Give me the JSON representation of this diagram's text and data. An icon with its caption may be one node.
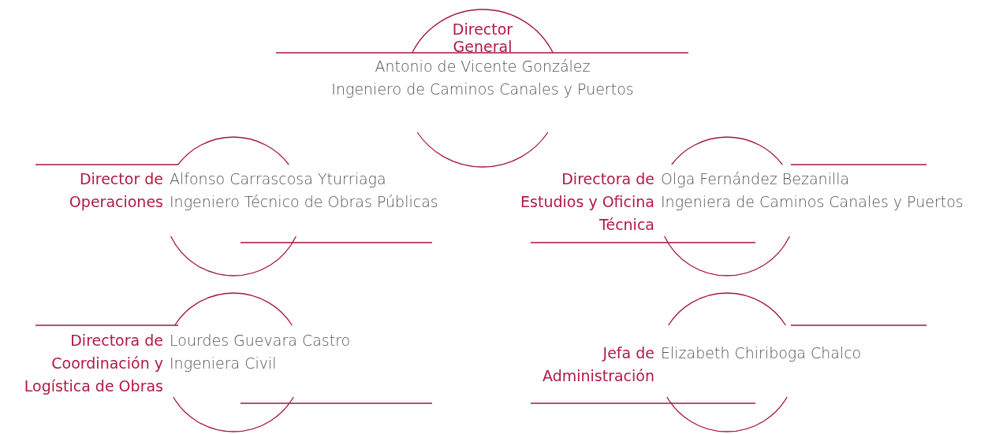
{
  "diagram": {
    "nodes": [
      {
        "text": [
          "Director General",
          "Antonio de Vicente González",
          "Ingeniero de Caminos Canales y Puertos"
        ]
      },
      {
        "text": [
          "Director de Operaciones",
          "Alfonso Carrascosa Yturriaga",
          "Ingeniero Técnico de Obras Públicas"
        ]
      },
      {
        "text": [
          "Directora de Estudios y Oficina Técnica",
          "Olga Fernández Bezanilla",
          "Ingeniera de Caminos Canales y Puertos"
        ]
      },
      {
        "text": [
          "Directora de Coordinación y Logística de Obras",
          "Lourdes Guevara Castro",
          "Ingeniera Civil"
        ]
      },
      {
        "text": [
          "Jefa de Administración",
          "Elizabeth Chiriboga Chalco"
        ]
      }
    ]
  }
}
